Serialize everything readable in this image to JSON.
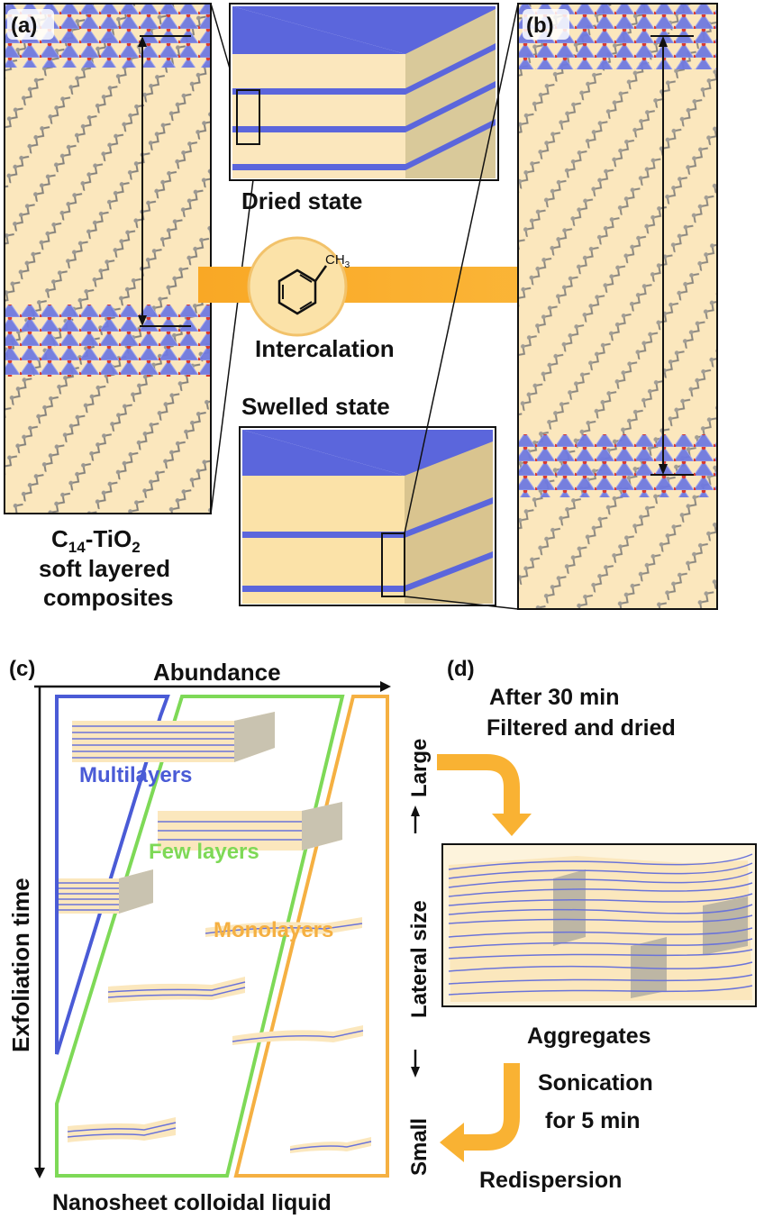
{
  "panels": {
    "a_label": "(a)",
    "b_label": "(b)",
    "c_label": "(c)",
    "d_label": "(d)"
  },
  "top": {
    "dried_state": "Dried state",
    "swelled_state": "Swelled state",
    "intercalation": "Intercalation",
    "methyl": "CH",
    "methyl_sub": "3",
    "composite_line1_main": "C",
    "composite_line1_sub": "14",
    "composite_line1_mid": "-TiO",
    "composite_line1_sub2": "2",
    "composite_line2": "soft layered",
    "composite_line3": "composites"
  },
  "panel_c": {
    "x_axis": "Abundance",
    "y_axis": "Exfoliation time",
    "bottom": "Nanosheet colloidal liquid",
    "multilayers": "Multilayers",
    "few_layers": "Few layers",
    "monolayers": "Monolayers"
  },
  "panel_d": {
    "after_line1": "After 30 min",
    "after_line2": "Filtered and dried",
    "large": "Large",
    "lateral_size": "Lateral size",
    "small": "Small",
    "aggregates": "Aggregates",
    "sonication_line1": "Sonication",
    "sonication_line2": "for 5 min",
    "redispersion": "Redispersion"
  },
  "colors": {
    "cream": "#fbe7bd",
    "blue_layer": "#5b66dc",
    "orange_arrow": "#f9b233",
    "multilayer_blue": "#4a5bd6",
    "few_green": "#7ed957",
    "mono_orange": "#f5b042"
  }
}
